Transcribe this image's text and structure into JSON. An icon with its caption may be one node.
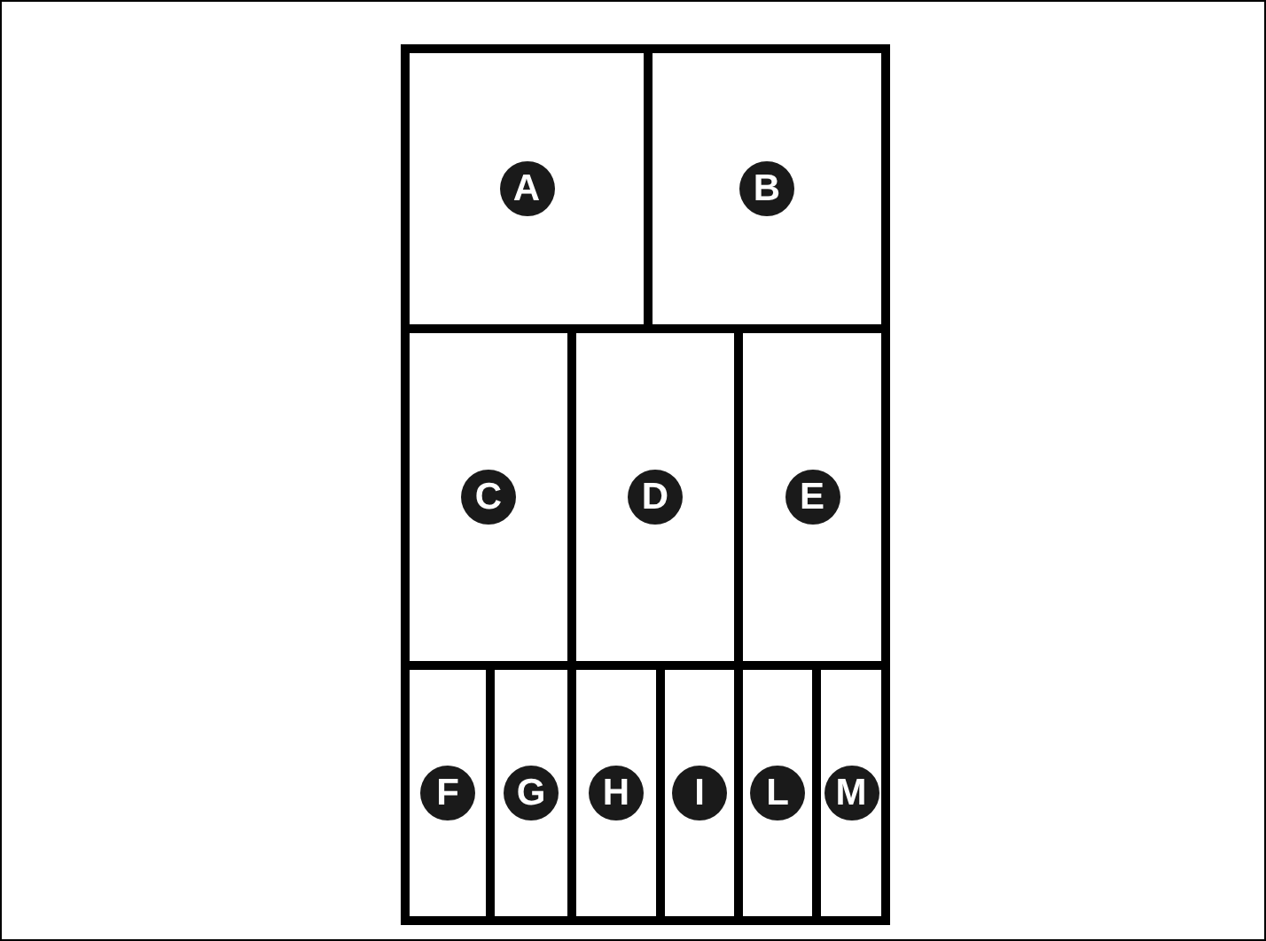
{
  "diagram": {
    "nodes": [
      {
        "text": [
          "A"
        ]
      },
      {
        "text": [
          "B"
        ]
      },
      {
        "text": [
          "C"
        ]
      },
      {
        "text": [
          "D"
        ]
      },
      {
        "text": [
          "E"
        ]
      },
      {
        "text": [
          "F"
        ]
      },
      {
        "text": [
          "G"
        ]
      },
      {
        "text": [
          "H"
        ]
      },
      {
        "text": [
          "I"
        ]
      },
      {
        "text": [
          "L"
        ]
      },
      {
        "text": [
          "M"
        ]
      }
    ]
  }
}
